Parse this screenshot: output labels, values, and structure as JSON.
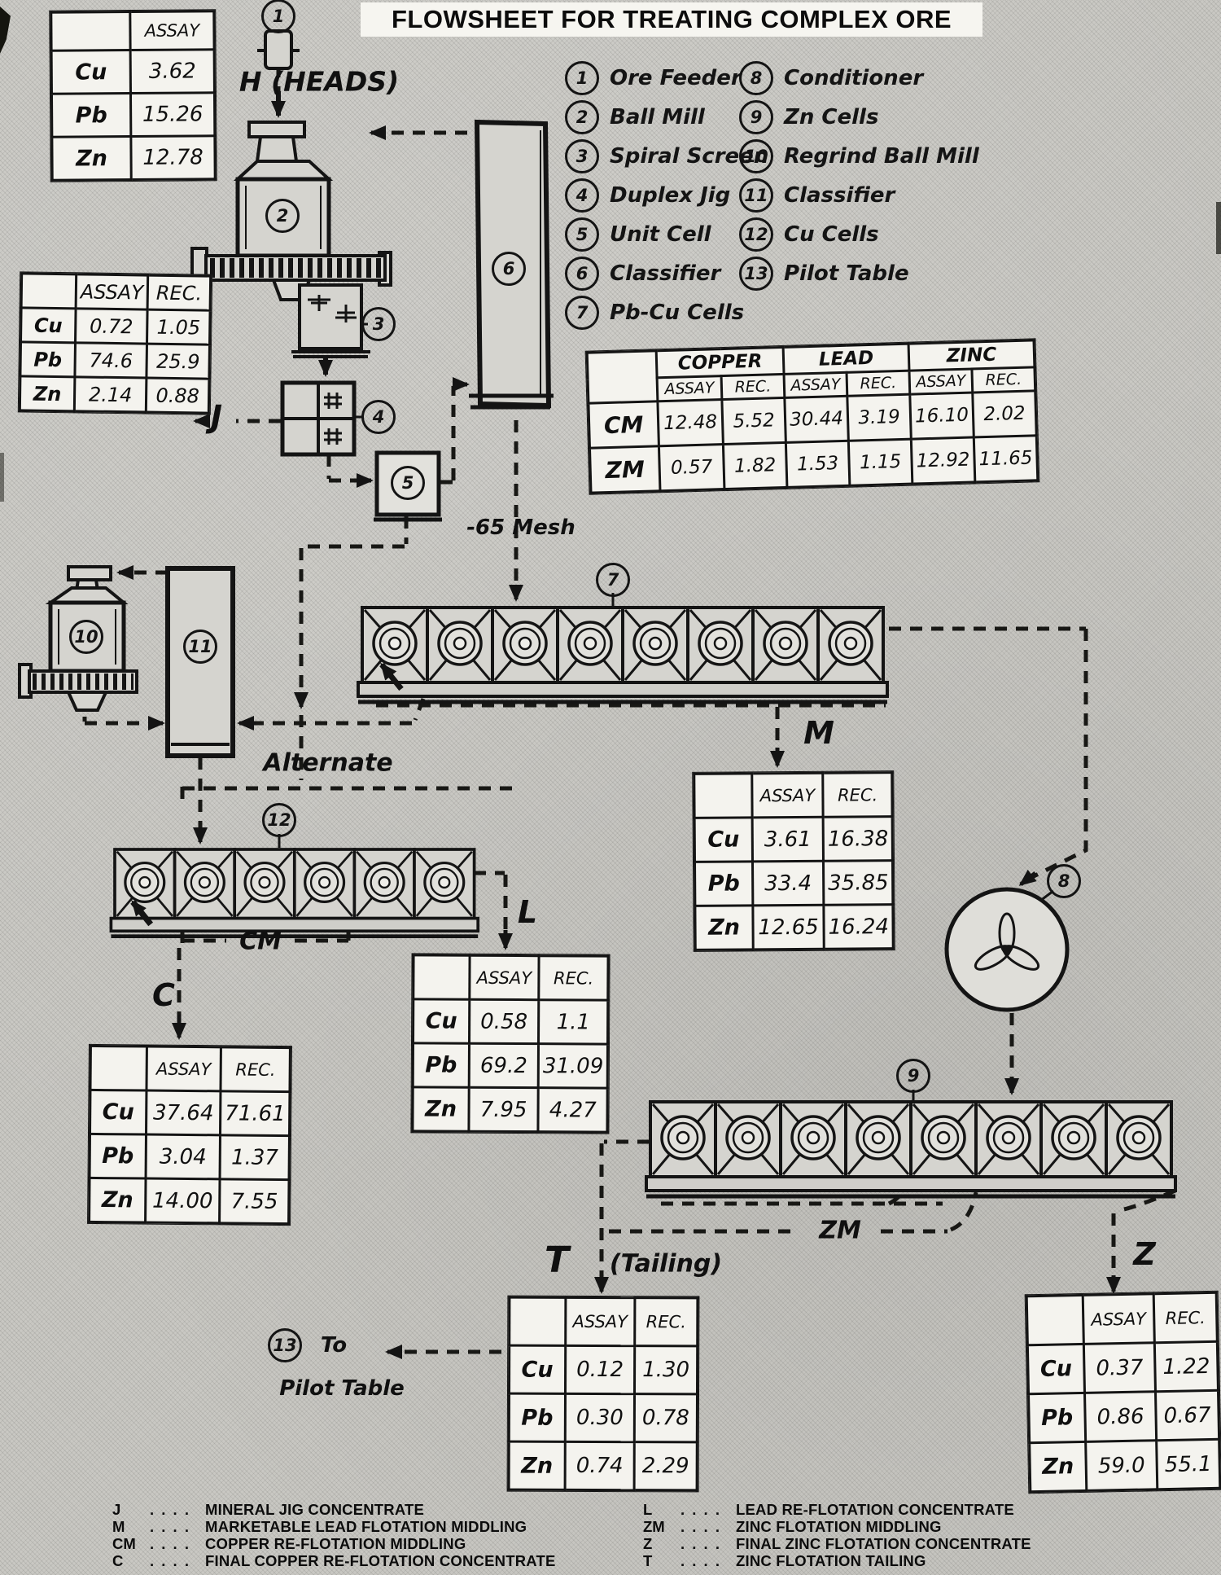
{
  "title": "FLOWSHEET FOR TREATING COMPLEX ORE",
  "legend": {
    "col1": [
      {
        "n": "1",
        "label": "Ore Feeder"
      },
      {
        "n": "2",
        "label": "Ball Mill"
      },
      {
        "n": "3",
        "label": "Spiral Screen"
      },
      {
        "n": "4",
        "label": "Duplex Jig"
      },
      {
        "n": "5",
        "label": "Unit Cell"
      },
      {
        "n": "6",
        "label": "Classifier"
      },
      {
        "n": "7",
        "label": "Pb-Cu Cells"
      }
    ],
    "col2": [
      {
        "n": "8",
        "label": "Conditioner"
      },
      {
        "n": "9",
        "label": "Zn Cells"
      },
      {
        "n": "10",
        "label": "Regrind Ball Mill"
      },
      {
        "n": "11",
        "label": "Classifier"
      },
      {
        "n": "12",
        "label": "Cu Cells"
      },
      {
        "n": "13",
        "label": "Pilot Table"
      }
    ]
  },
  "equipment_badges": [
    "1",
    "2",
    "3",
    "4",
    "5",
    "6",
    "7",
    "8",
    "9",
    "10",
    "11",
    "12",
    "13"
  ],
  "flow_labels": {
    "heads": "H (HEADS)",
    "j": "J",
    "mesh": "-65  Mesh",
    "alternate": "Alternate",
    "m": "M",
    "cm": "CM",
    "c": "C",
    "l": "L",
    "zm": "ZM",
    "z": "Z",
    "t": "T",
    "tailing": "(Tailing)",
    "to": "To",
    "pilot_table": "Pilot Table"
  },
  "tables": {
    "heads": {
      "header": [
        "",
        "ASSAY"
      ],
      "rows": [
        [
          "Cu",
          "3.62"
        ],
        [
          "Pb",
          "15.26"
        ],
        [
          "Zn",
          "12.78"
        ]
      ]
    },
    "j": {
      "header": [
        "",
        "ASSAY",
        "REC."
      ],
      "rows": [
        [
          "Cu",
          "0.72",
          "1.05"
        ],
        [
          "Pb",
          "74.6",
          "25.9"
        ],
        [
          "Zn",
          "2.14",
          "0.88"
        ]
      ]
    },
    "middlings": {
      "groups": [
        "",
        "COPPER",
        "LEAD",
        "ZINC"
      ],
      "header": [
        "",
        "ASSAY",
        "REC.",
        "ASSAY",
        "REC.",
        "ASSAY",
        "REC."
      ],
      "rows": [
        [
          "CM",
          "12.48",
          "5.52",
          "30.44",
          "3.19",
          "16.10",
          "2.02"
        ],
        [
          "ZM",
          "0.57",
          "1.82",
          "1.53",
          "1.15",
          "12.92",
          "11.65"
        ]
      ]
    },
    "m": {
      "header": [
        "",
        "ASSAY",
        "REC."
      ],
      "rows": [
        [
          "Cu",
          "3.61",
          "16.38"
        ],
        [
          "Pb",
          "33.4",
          "35.85"
        ],
        [
          "Zn",
          "12.65",
          "16.24"
        ]
      ]
    },
    "l": {
      "header": [
        "",
        "ASSAY",
        "REC."
      ],
      "rows": [
        [
          "Cu",
          "0.58",
          "1.1"
        ],
        [
          "Pb",
          "69.2",
          "31.09"
        ],
        [
          "Zn",
          "7.95",
          "4.27"
        ]
      ]
    },
    "c": {
      "header": [
        "",
        "ASSAY",
        "REC."
      ],
      "rows": [
        [
          "Cu",
          "37.64",
          "71.61"
        ],
        [
          "Pb",
          "3.04",
          "1.37"
        ],
        [
          "Zn",
          "14.00",
          "7.55"
        ]
      ]
    },
    "t": {
      "header": [
        "",
        "ASSAY",
        "REC."
      ],
      "rows": [
        [
          "Cu",
          "0.12",
          "1.30"
        ],
        [
          "Pb",
          "0.30",
          "0.78"
        ],
        [
          "Zn",
          "0.74",
          "2.29"
        ]
      ]
    },
    "z": {
      "header": [
        "",
        "ASSAY",
        "REC."
      ],
      "rows": [
        [
          "Cu",
          "0.37",
          "1.22"
        ],
        [
          "Pb",
          "0.86",
          "0.67"
        ],
        [
          "Zn",
          "59.0",
          "55.1"
        ]
      ]
    }
  },
  "abbreviations": {
    "leader": ". . . .",
    "col1": [
      {
        "abbr": "J",
        "desc": "MINERAL JIG CONCENTRATE"
      },
      {
        "abbr": "M",
        "desc": "MARKETABLE LEAD FLOTATION MIDDLING"
      },
      {
        "abbr": "CM",
        "desc": "COPPER RE-FLOTATION MIDDLING"
      },
      {
        "abbr": "C",
        "desc": "FINAL COPPER RE-FLOTATION CONCENTRATE"
      }
    ],
    "col2": [
      {
        "abbr": "L",
        "desc": "LEAD RE-FLOTATION CONCENTRATE"
      },
      {
        "abbr": "ZM",
        "desc": "ZINC FLOTATION MIDDLING"
      },
      {
        "abbr": "Z",
        "desc": "FINAL ZINC FLOTATION CONCENTRATE"
      },
      {
        "abbr": "T",
        "desc": "ZINC FLOTATION TAILING"
      }
    ]
  }
}
